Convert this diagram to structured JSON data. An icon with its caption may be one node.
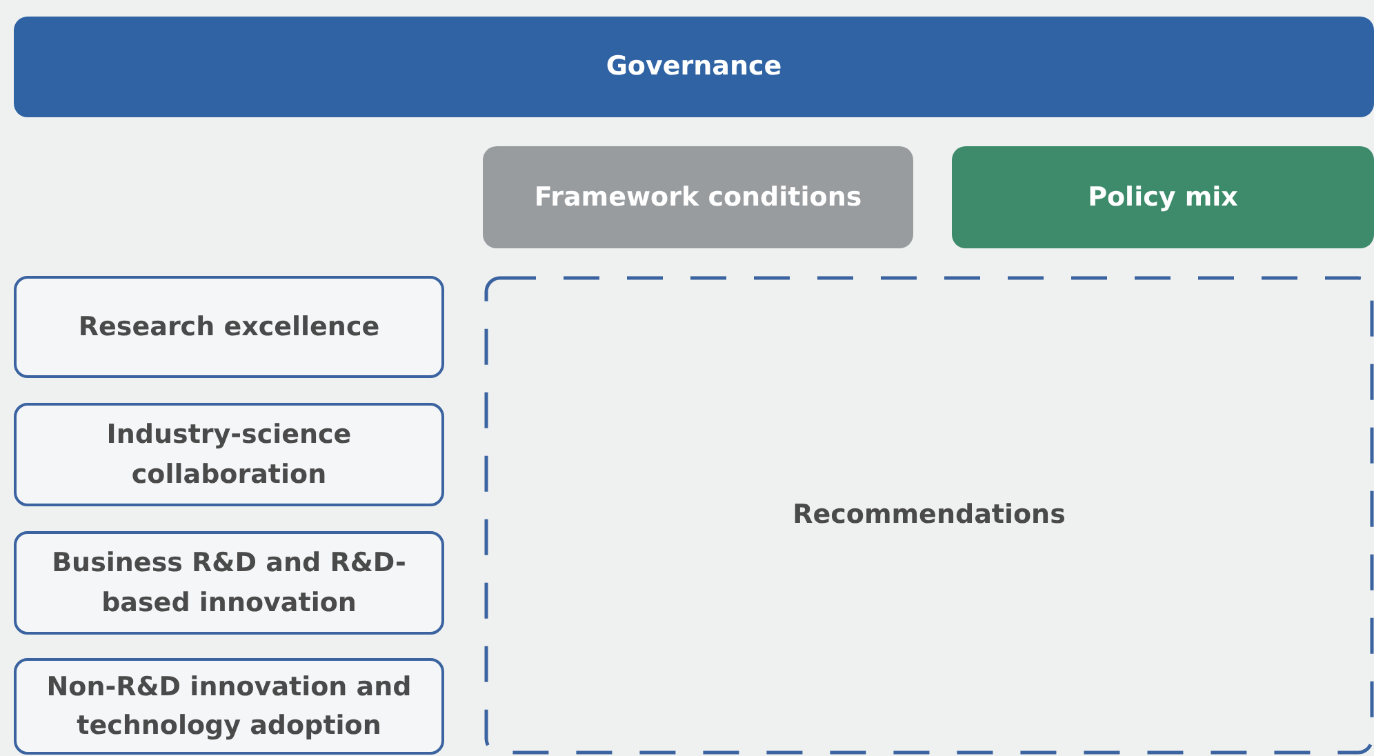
{
  "diagram": {
    "nodes": [
      {
        "text": [
          "Governance"
        ]
      },
      {
        "text": [
          "Framework conditions"
        ]
      },
      {
        "text": [
          "Policy mix"
        ]
      },
      {
        "text": [
          "Research excellence"
        ]
      },
      {
        "text": [
          "Industry-science collaboration"
        ]
      },
      {
        "text": [
          "Business R&D and R&D-based innovation"
        ]
      },
      {
        "text": [
          "Non-R&D innovation and technology adoption"
        ]
      },
      {
        "text": [
          "Recommendations"
        ]
      }
    ]
  }
}
